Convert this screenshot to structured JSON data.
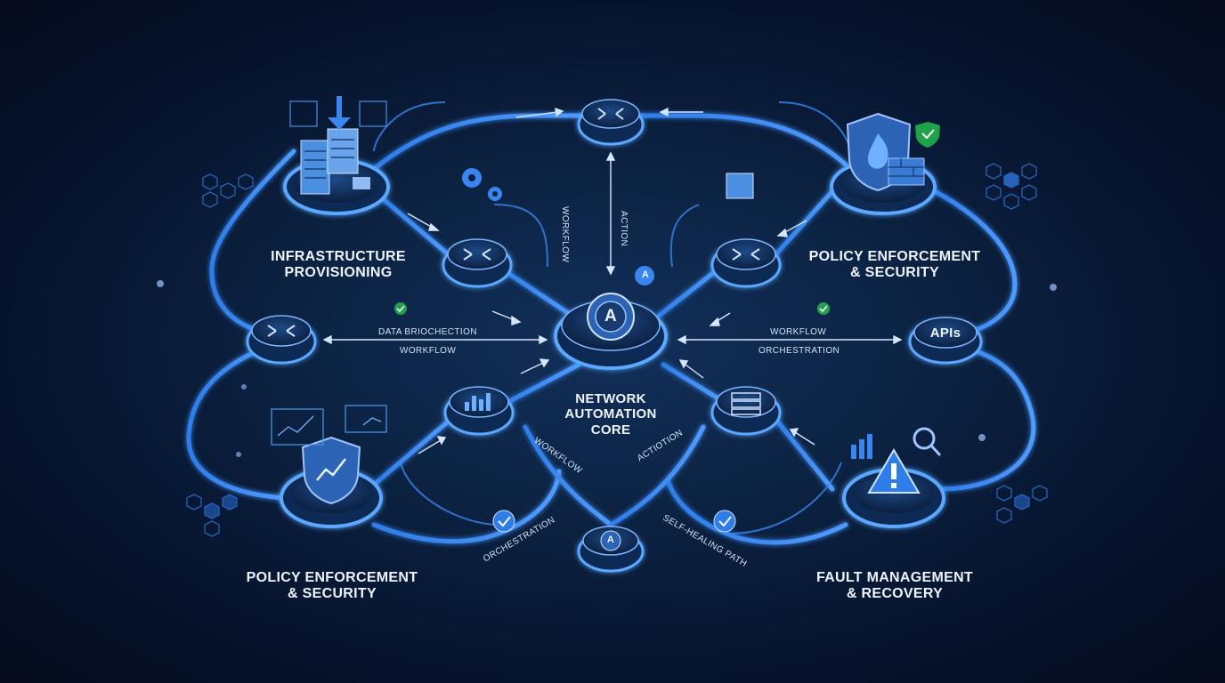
{
  "labels": {
    "infra": [
      "INFRASTRUCTURE",
      "PROVISIONING"
    ],
    "policy_right": [
      "POLICY ENFORCEMENT",
      "& SECURITY"
    ],
    "policy_left": [
      "POLICY ENFORCEMENT",
      "& SECURITY"
    ],
    "fault": [
      "FAULT MANAGEMENT",
      "& RECOVERY"
    ],
    "core": [
      "NETWORK",
      "AUTOMATION",
      "CORE"
    ],
    "apis": "APIs"
  },
  "connectors": {
    "data_bi": "DATA BRIOCHECTION",
    "workflow_left": "WORKFLOW",
    "workflow_right": "WORKFLOW",
    "orchestration_right": "ORCHESTRATION",
    "workflow_vertical": "WORKFLOW",
    "action_vertical": "ACTION",
    "workflow_bottom": "WORKFLOW",
    "action_bottom": "ACTIOTION",
    "orchestration_bottom": "ORCHESTRATION",
    "self_healing": "SELF-HEALING PATH"
  },
  "icon_badges": {
    "core_badge": "A",
    "bottom_badge": "A",
    "gear_badge": "A"
  },
  "colors": {
    "accent": "#3a86f0",
    "glow": "#5aa8ff",
    "node_fill": "#0f2a52",
    "check": "#2ecc71",
    "hex_stroke": "#2e6fd0"
  }
}
